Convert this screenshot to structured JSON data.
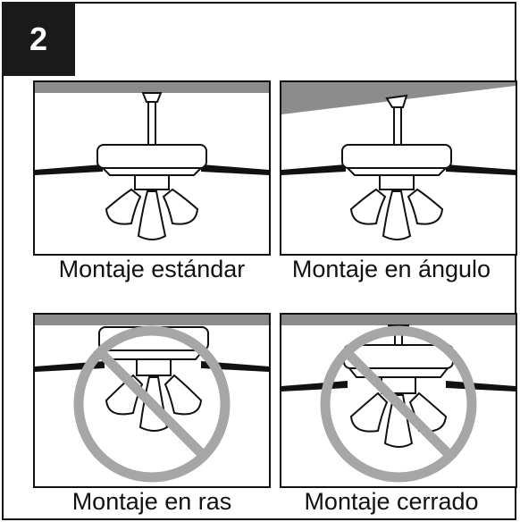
{
  "step_number": "2",
  "panels": [
    {
      "caption": "Montaje estándar",
      "mount": "standard",
      "prohibited": false
    },
    {
      "caption": "Montaje en ángulo",
      "mount": "angled",
      "prohibited": false
    },
    {
      "caption": "Montaje en ras",
      "mount": "flush",
      "prohibited": true
    },
    {
      "caption": "Montaje cerrado",
      "mount": "close",
      "prohibited": true
    }
  ],
  "colors": {
    "ceiling": "#8c8c8c",
    "ink": "#111111",
    "prohibition": "#a6a6a6"
  }
}
